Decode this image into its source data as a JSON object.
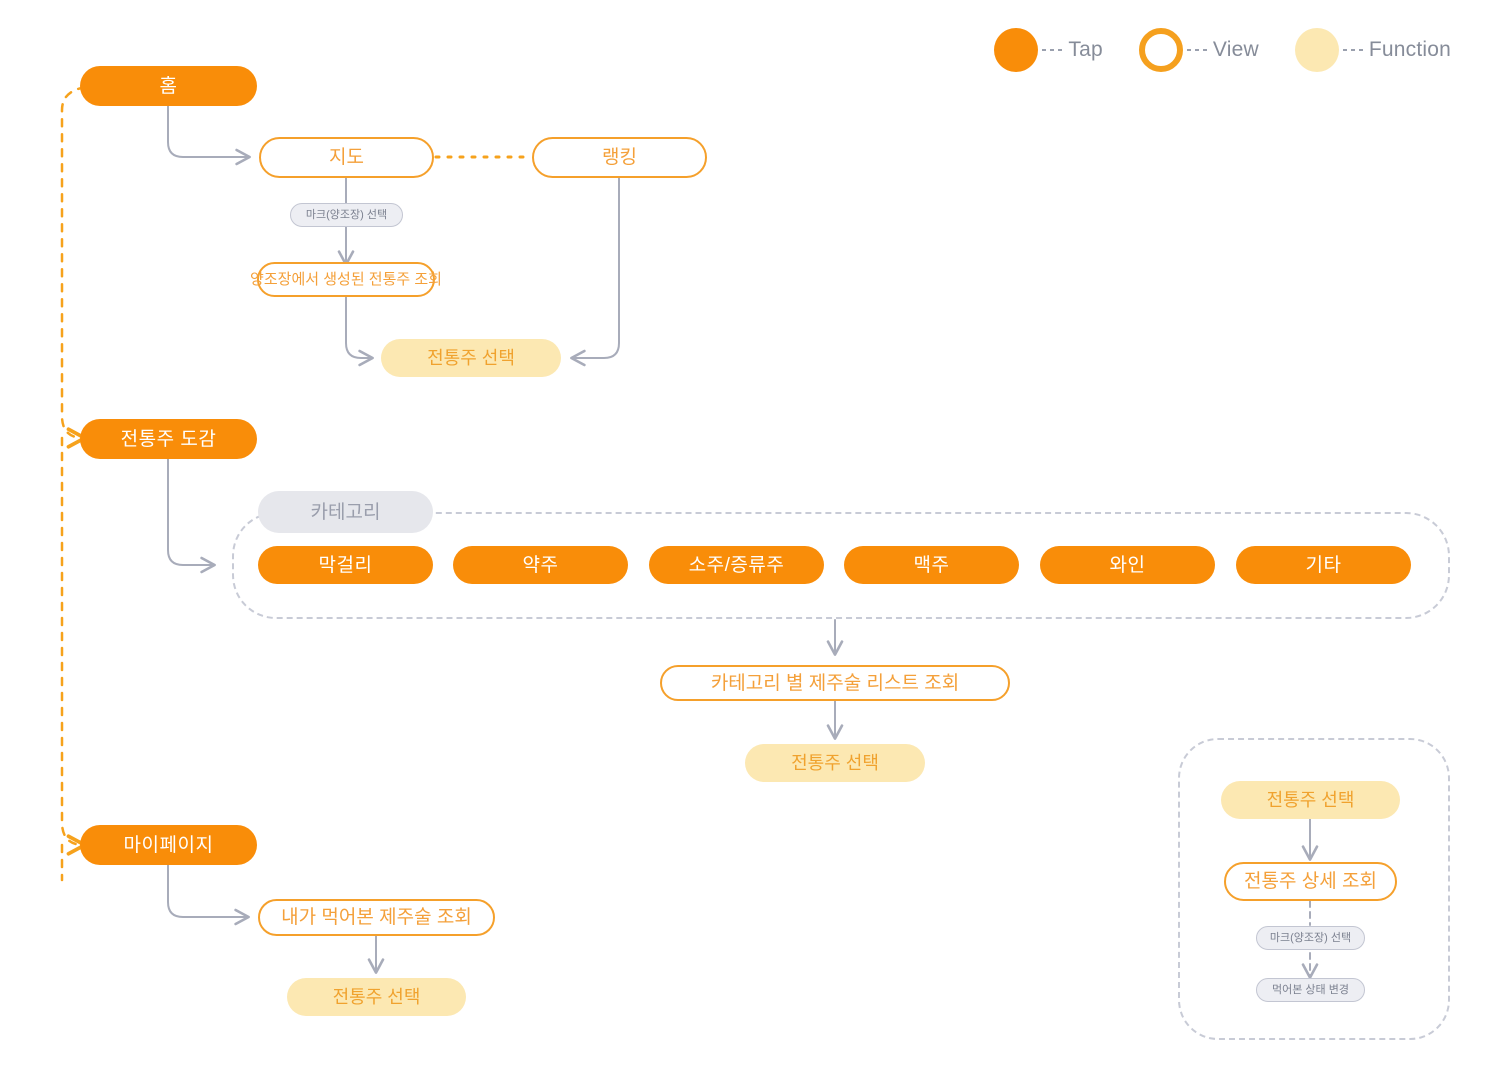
{
  "legend": {
    "items": [
      {
        "label": "Tap",
        "icon": "filled-circle-icon",
        "color": "#F98D09"
      },
      {
        "label": "View",
        "icon": "ring-circle-icon",
        "color": "#F5A01E"
      },
      {
        "label": "Function",
        "icon": "light-circle-icon",
        "color": "#FCE8B2"
      }
    ]
  },
  "colors": {
    "tap_fill": "#F98D09",
    "view_border": "#F5A02B",
    "view_text": "#F4A03A",
    "function_fill": "#FCE8B2",
    "function_text": "#F0A22E",
    "gray_pill_fill": "#EDEEF3",
    "gray_pill_text": "#7C8190",
    "gray_chip_fill": "#E6E7EC",
    "wire_gray": "#A8ACBA",
    "wire_orange": "#F6A21C",
    "dash_border": "#C8CBD6"
  },
  "flows": {
    "home": {
      "entry": "홈",
      "map": "지도",
      "ranking": "랭킹",
      "mark_select": "마크(양조장) 선택",
      "brewery_list": "양조장에서 생성된 전통주 조회",
      "select_liquor": "전통주 선택"
    },
    "encyclopedia": {
      "entry": "전통주 도감",
      "category_chip": "카테고리",
      "categories": [
        "막걸리",
        "약주",
        "소주/증류주",
        "맥주",
        "와인",
        "기타"
      ],
      "category_list": "카테고리 별 제주술 리스트 조회",
      "select_liquor": "전통주 선택"
    },
    "mypage": {
      "entry": "마이페이지",
      "tasted_list": "내가 먹어본 제주술 조회",
      "select_liquor": "전통주 선택"
    },
    "detail": {
      "select_liquor": "전통주 선택",
      "detail_view": "전통주 상세 조회",
      "mark_select": "마크(양조장) 선택",
      "change_state": "먹어본 상태 변경"
    }
  }
}
